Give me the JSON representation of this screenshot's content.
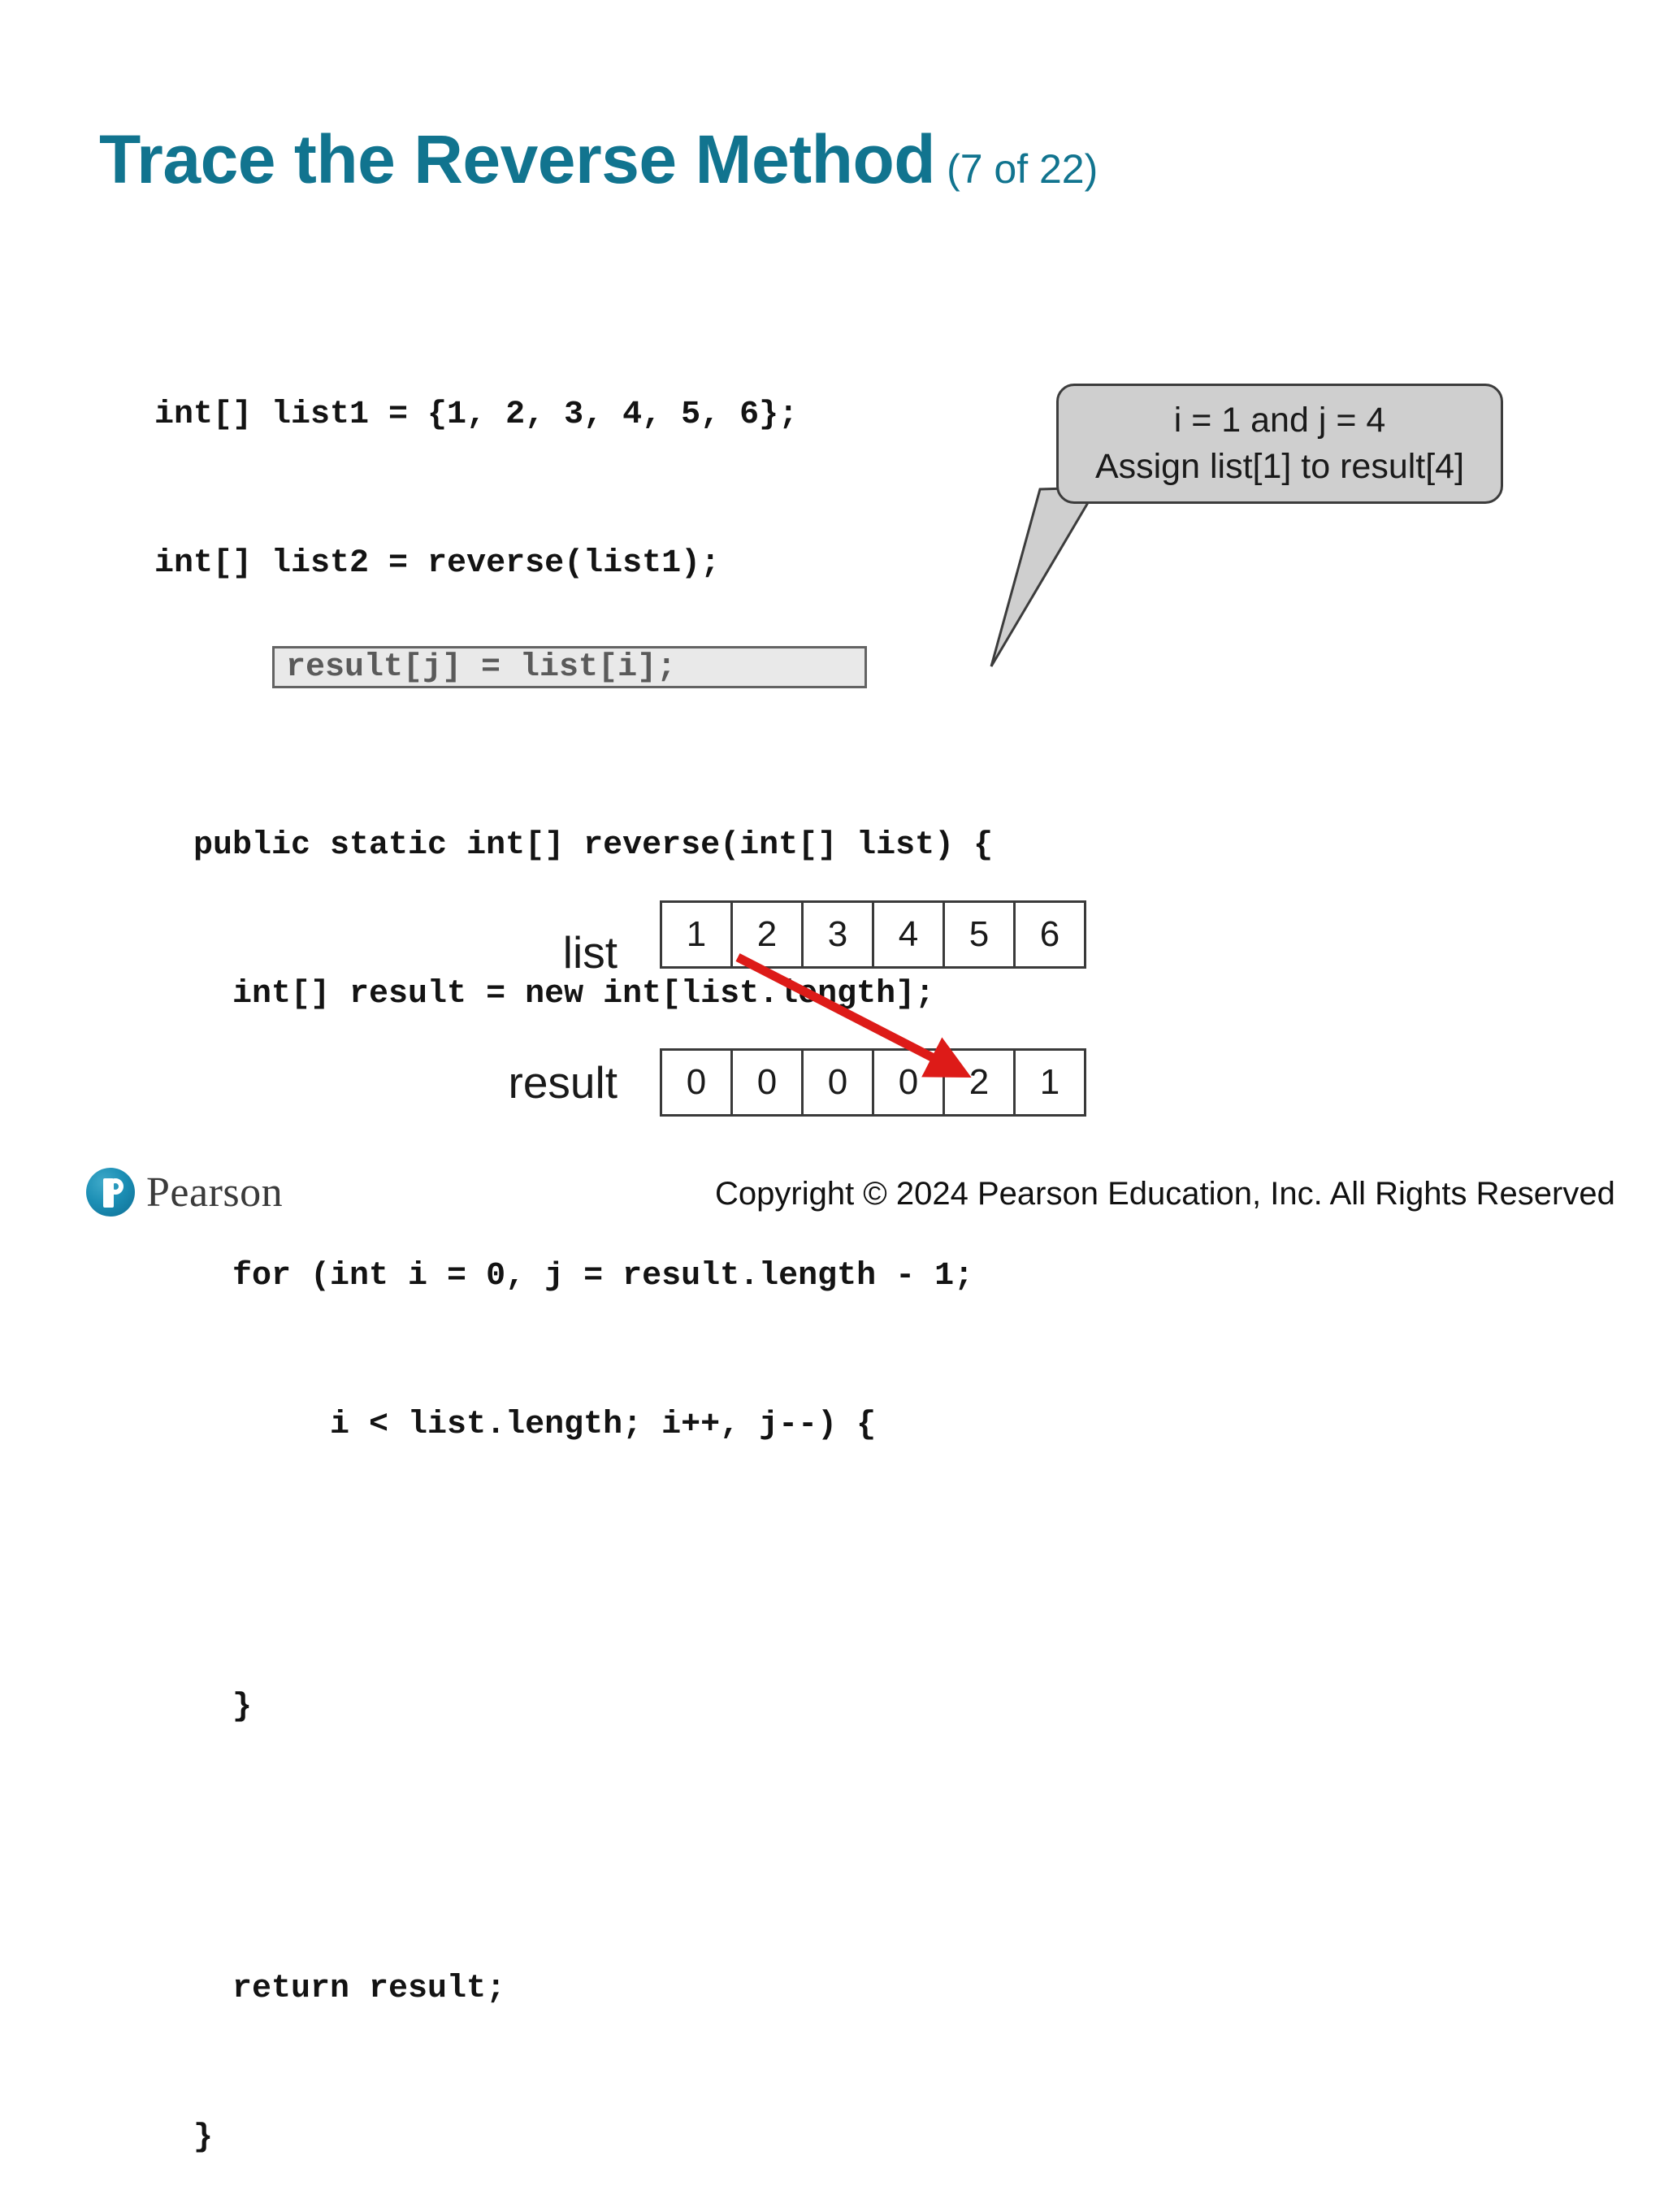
{
  "slide": {
    "title_main": "Trace the Reverse Method",
    "title_sub": "(7 of 22)",
    "title_color": "#11748F",
    "background": "#FFFFFF"
  },
  "code": {
    "lines": [
      "int[] list1 = {1, 2, 3, 4, 5, 6};",
      "int[] list2 = reverse(list1);",
      "",
      "  public static int[] reverse(int[] list) {",
      "    int[] result = new int[list.length];",
      "",
      "    for (int i = 0, j = result.length - 1;",
      "         i < list.length; i++, j--) {"
    ],
    "highlighted_line": "result[j] = list[i];",
    "lines_after": [
      "    }",
      "",
      "    return result;",
      "  }"
    ],
    "highlight_fill": "#E9E9E9",
    "highlight_border": "#636363"
  },
  "callout": {
    "line1": "i = 1 and j = 4",
    "line2": "Assign list[1] to result[4]",
    "fill": "#CFCFCF",
    "border": "#3C3C3C"
  },
  "arrays": {
    "list": {
      "label": "list",
      "values": [
        "1",
        "2",
        "3",
        "4",
        "5",
        "6"
      ]
    },
    "result": {
      "label": "result",
      "values": [
        "0",
        "0",
        "0",
        "0",
        "2",
        "1"
      ]
    },
    "arrow_color": "#DD1B18",
    "arrow_from_index": 1,
    "arrow_to_index": 4
  },
  "footer": {
    "brand": "Pearson",
    "copyright": "Copyright © 2024 Pearson Education, Inc. All Rights Reserved"
  }
}
